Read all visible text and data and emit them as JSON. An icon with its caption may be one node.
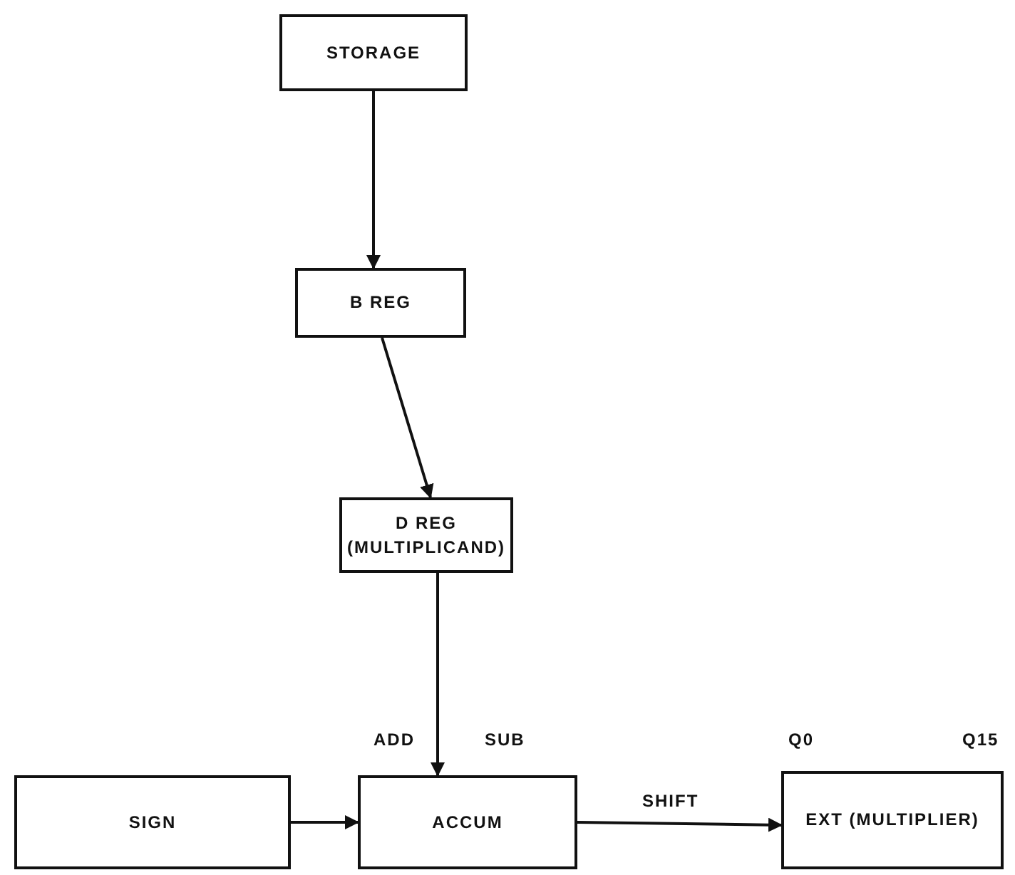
{
  "diagram": {
    "nodes": [
      {
        "text": [
          "STORAGE"
        ]
      },
      {
        "text": [
          "B REG"
        ]
      },
      {
        "text": [
          "D REG (MULTIPLICAND)"
        ]
      },
      {
        "text": [
          "SIGN"
        ]
      },
      {
        "text": [
          "ACCUM"
        ]
      },
      {
        "text": [
          "EXT (MULTIPLIER)"
        ]
      }
    ],
    "edges": [
      {
        "from": 0,
        "to": 1,
        "arrow": "to"
      },
      {
        "from": 1,
        "to": 2,
        "arrow": "to"
      },
      {
        "from": 2,
        "to": 4,
        "arrow": "to"
      },
      {
        "from": 3,
        "to": 4,
        "arrow": "to"
      },
      {
        "from": 4,
        "to": 5,
        "label": "SHIFT",
        "arrow": "to"
      }
    ],
    "labels": [
      "ADD",
      "SUB",
      "Q0",
      "Q15"
    ]
  }
}
